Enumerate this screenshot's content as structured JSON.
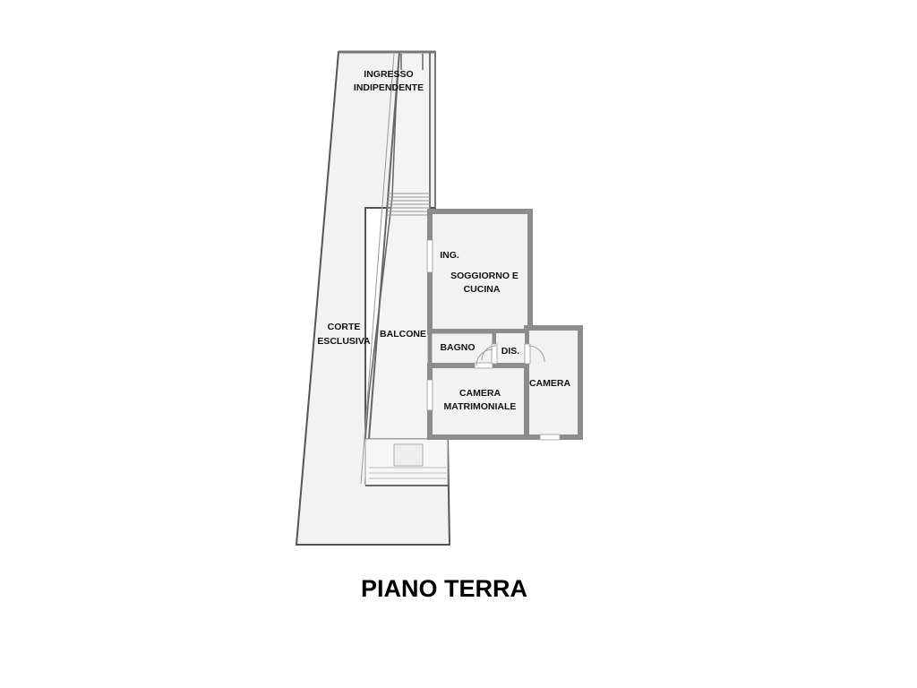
{
  "title": "PIANO TERRA",
  "rooms": {
    "ingresso_indipendente": [
      "INGRESSO",
      "INDIPENDENTE"
    ],
    "corte_esclusiva": [
      "CORTE",
      "ESCLUSIVA"
    ],
    "balcone": "BALCONE",
    "ingresso": "ING.",
    "soggiorno_cucina": [
      "SOGGIORNO E",
      "CUCINA"
    ],
    "bagno": "BAGNO",
    "disimpegno": "DIS.",
    "camera_matrimoniale": [
      "CAMERA",
      "MATRIMONIALE"
    ],
    "camera": "CAMERA"
  },
  "colors": {
    "wall": "#8c8c8c",
    "floor": "#f2f2f2",
    "outline": "#555555"
  }
}
